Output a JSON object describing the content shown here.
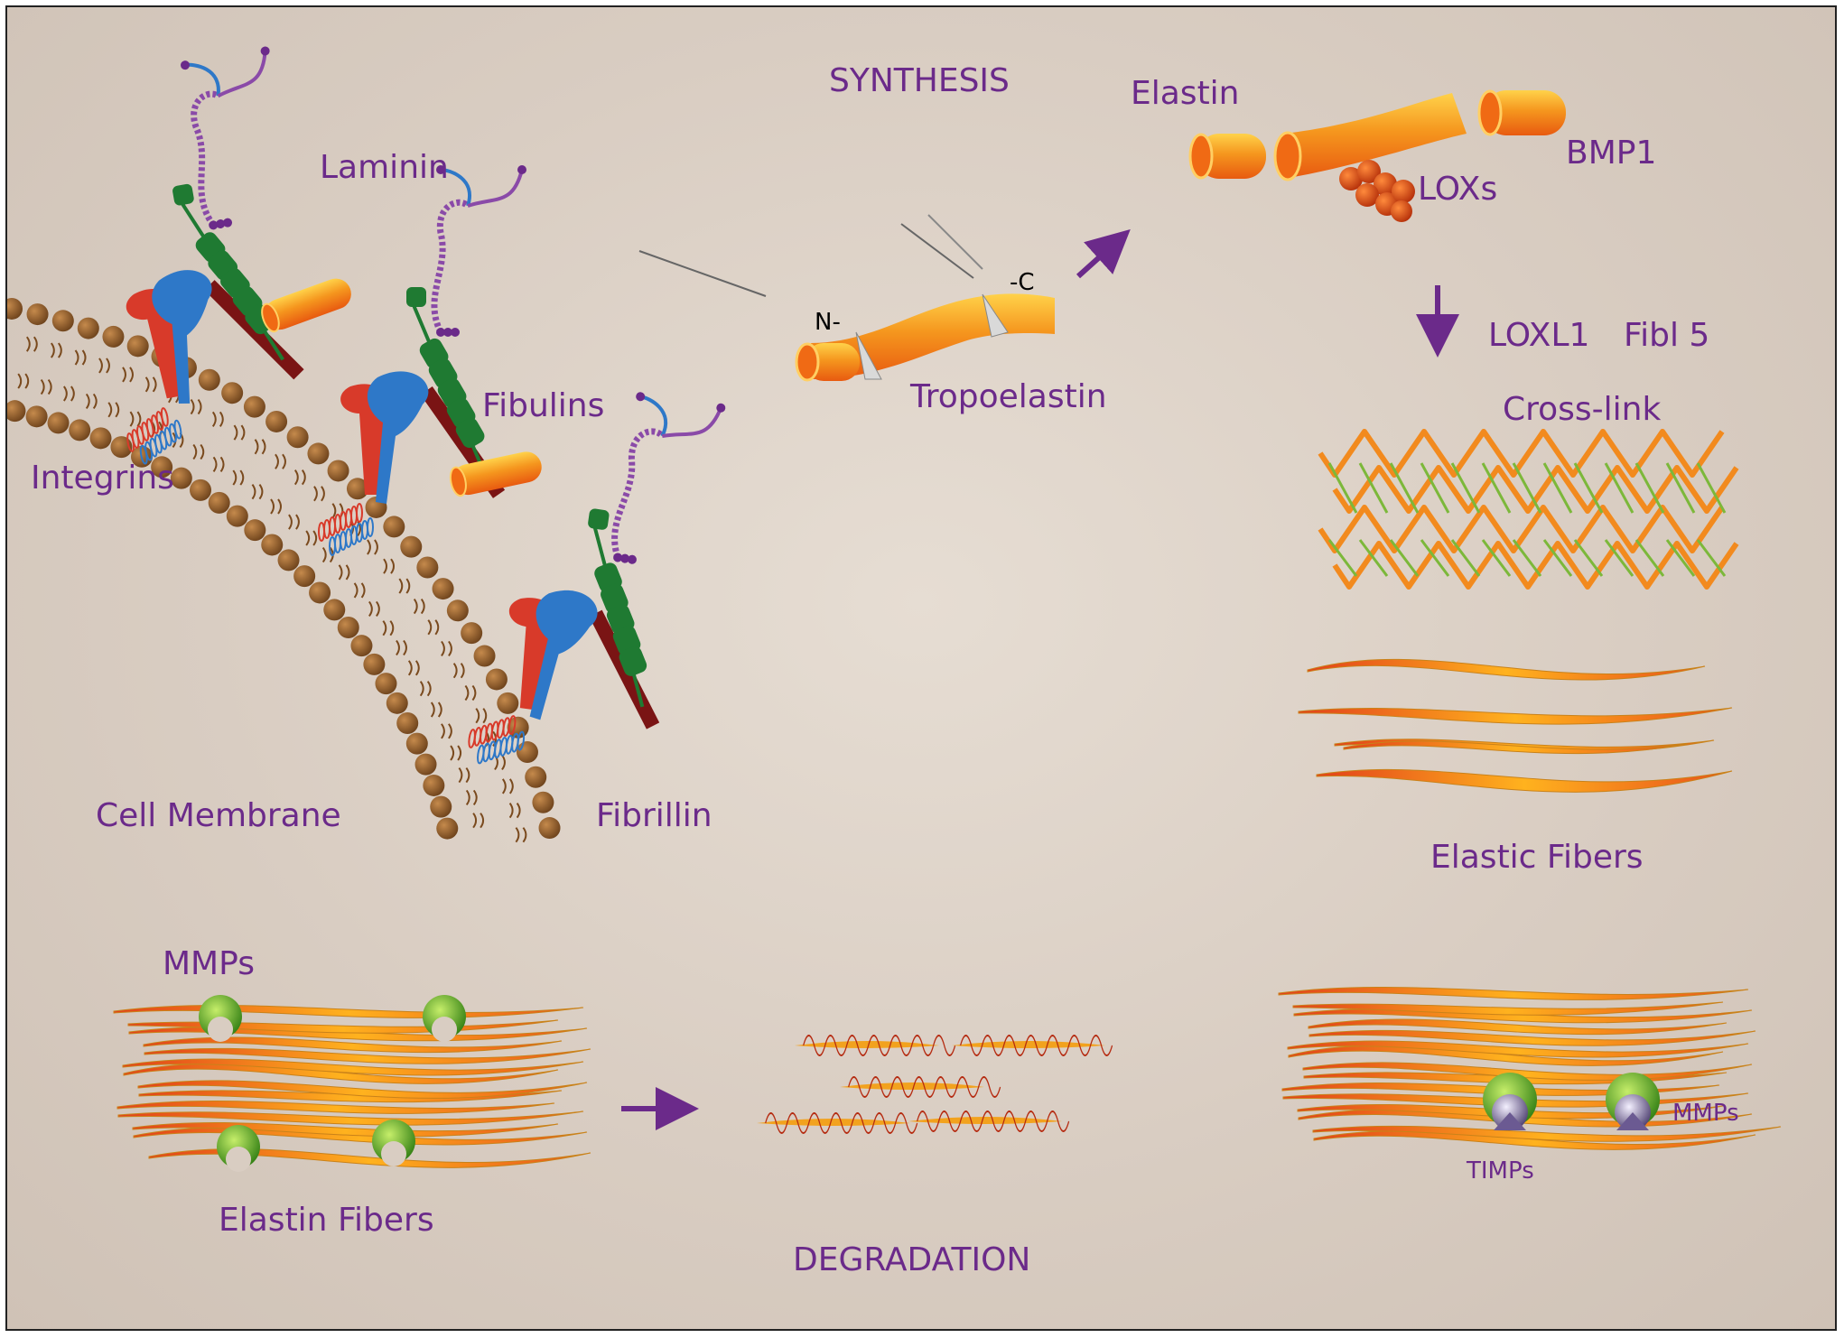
{
  "labels": {
    "synthesis": "SYNTHESIS",
    "elastin": "Elastin",
    "bmp1": "BMP1",
    "loxs": "LOXs",
    "laminin": "Laminin",
    "fibulins": "Fibulins",
    "integrins": "Integrins",
    "fibrillin": "Fibrillin",
    "cell_membrane": "Cell Membrane",
    "n_term": "N-",
    "c_term": "-C",
    "tropoelastin": "Tropoelastin",
    "loxl1": "LOXL1",
    "fibl5": "Fibl 5",
    "cross_link": "Cross-link",
    "elastic_fibers": "Elastic Fibers",
    "mmps_left": "MMPs",
    "elastin_fibers": "Elastin Fibers",
    "degradation": "DEGRADATION",
    "mmps_right": "MMPs",
    "timps": "TIMPs"
  },
  "colors": {
    "label": "#6b2a8a",
    "arrow": "#6b2a8a",
    "lipid": "#8b5a2b",
    "integrin_red": "#d83a2a",
    "integrin_blue": "#2e78c8",
    "fibulin_green": "#1f7a32",
    "elastin_orange": "#f28a1e",
    "fibrillin": "#7a1414",
    "mmp_green": "#5aa51e",
    "timp_purple": "#5a4a7a"
  }
}
